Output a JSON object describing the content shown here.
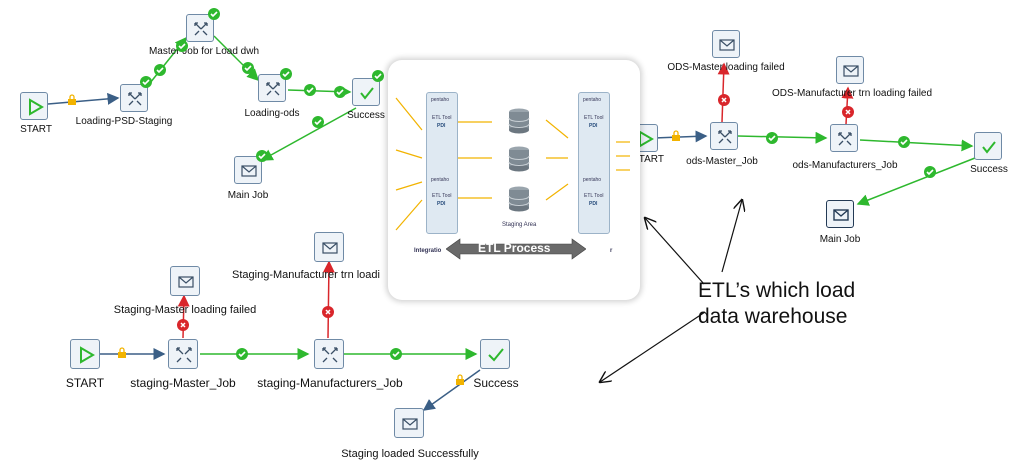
{
  "flow1": {
    "start": "START",
    "psd": "Loading-PSD-Staging",
    "master": "Master Job for Load dwh",
    "ods": "Loading-ods",
    "success": "Success",
    "main": "Main Job"
  },
  "flow2": {
    "start": "START",
    "ods_master": "ods-Master_Job",
    "ods_manuf": "ods-Manufacturers_Job",
    "success": "Success",
    "main": "Main Job",
    "master_failed": "ODS-Master loading failed",
    "manuf_failed": "ODS-Manufacturer trn loading failed"
  },
  "flow3": {
    "start": "START",
    "master": "staging-Master_Job",
    "manuf": "staging-Manufacturers_Job",
    "success": "Success",
    "master_failed": "Staging-Master loading failed",
    "manuf_failed": "Staging-Manufacturer trn loadi",
    "loaded": "Staging loaded Successfully"
  },
  "inset": {
    "brand": "pentaho",
    "tool": "ETL Tool",
    "pdi": "PDI",
    "staging_area": "Staging Area",
    "integration": "Integratio",
    "right_cut": "r",
    "process": "ETL Process"
  },
  "callout": {
    "line1": "ETL’s which load",
    "line2": "data warehouse"
  },
  "colors": {
    "green": "#2eb82e",
    "red": "#d9262b",
    "line": "#1f7cd1",
    "accent": "#f2b300"
  }
}
